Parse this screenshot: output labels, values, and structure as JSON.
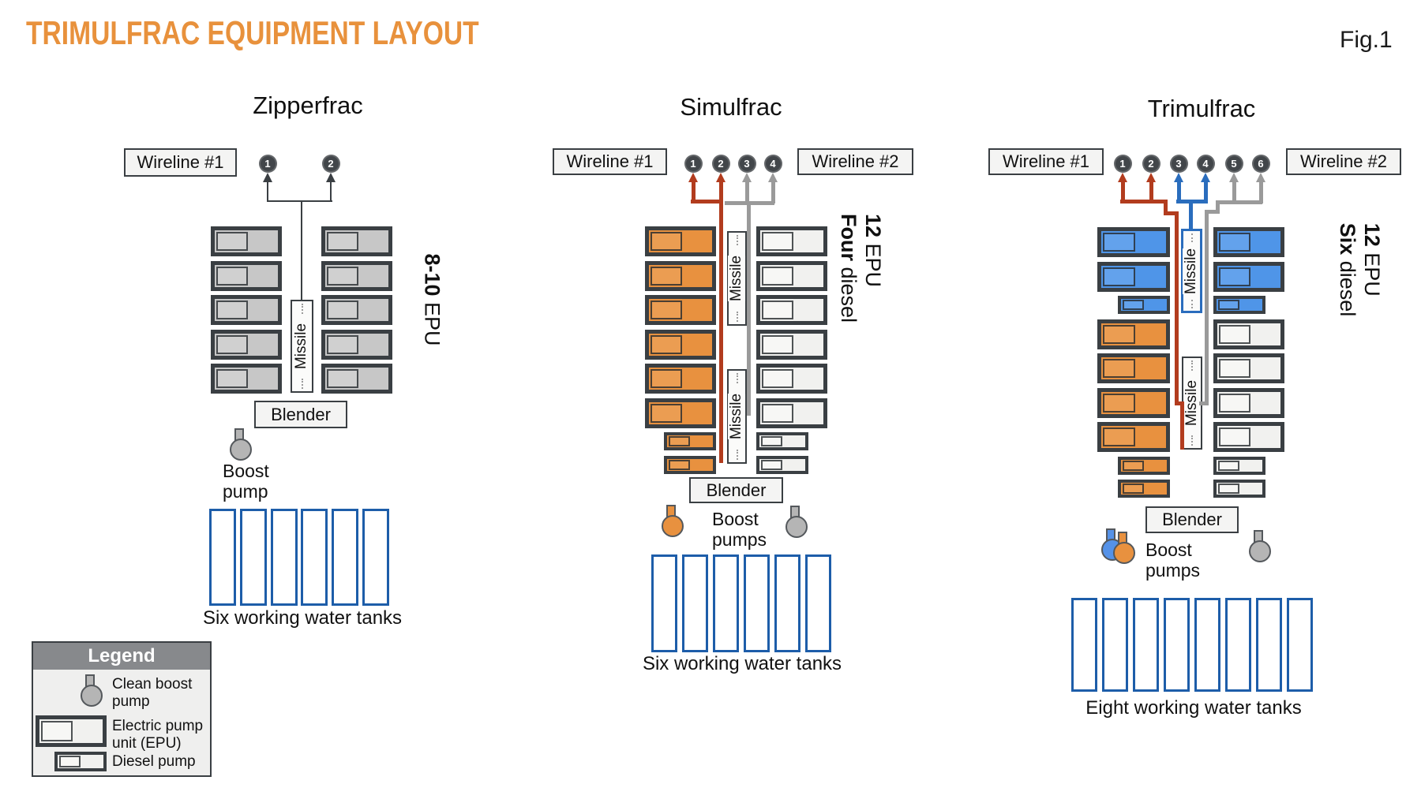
{
  "header": {
    "title": "TRIMULFRAC EQUIPMENT LAYOUT",
    "figure_label": "Fig.1"
  },
  "palette": {
    "accent_orange": "#e8913c",
    "border_dark": "#3a3f43",
    "line_red": "#b23c1e",
    "line_blue": "#2a6dbd",
    "line_gray": "#9a9a9a",
    "line_dark": "#3a3f43",
    "epu_gray": "#c7c7c7",
    "epu_orange": "#e8913f",
    "epu_blue": "#4f95e8",
    "epu_white": "#f1f1ef",
    "tank_border": "#1d5da9",
    "well_circle": "#42464a",
    "pump_gray": "#b5b5b5",
    "pump_orange": "#e8913f",
    "pump_blue": "#5592e8"
  },
  "legend": {
    "title": "Legend",
    "items": [
      {
        "icon": "clean-boost-pump-icon",
        "label": "Clean boost pump"
      },
      {
        "icon": "epu-icon",
        "label": "Electric pump unit (EPU)"
      },
      {
        "icon": "diesel-pump-icon",
        "label": "Diesel pump"
      }
    ]
  },
  "sections": [
    {
      "id": "zipperfrac",
      "title": "Zipperfrac",
      "wireline_left": "Wireline #1",
      "wireline_right": null,
      "wells": [
        {
          "n": "1",
          "line": "dark"
        },
        {
          "n": "2",
          "line": "dark"
        }
      ],
      "side_label": [
        {
          "bold": "8-10",
          "rest": " EPU"
        }
      ],
      "missile_label": "Missile",
      "left_stack": [
        {
          "kind": "epu",
          "color": "gray",
          "count": 5
        }
      ],
      "right_stack": [
        {
          "kind": "epu",
          "color": "gray",
          "count": 5
        }
      ],
      "blender_label": "Blender",
      "boost_label_lines": [
        "Boost",
        "pump"
      ],
      "boost_pumps_left": [
        "gray"
      ],
      "boost_pumps_right": [],
      "tanks": {
        "count": 6,
        "label": "Six working water tanks"
      }
    },
    {
      "id": "simulfrac",
      "title": "Simulfrac",
      "wireline_left": "Wireline #1",
      "wireline_right": "Wireline #2",
      "wells": [
        {
          "n": "1",
          "line": "red"
        },
        {
          "n": "2",
          "line": "red"
        },
        {
          "n": "3",
          "line": "gray"
        },
        {
          "n": "4",
          "line": "gray"
        }
      ],
      "side_label": [
        {
          "bold": "12",
          "rest": " EPU"
        },
        {
          "bold": "Four",
          "rest": " diesel"
        }
      ],
      "missile_label": "Missile",
      "left_stack": [
        {
          "kind": "epu",
          "color": "orange",
          "count": 6
        },
        {
          "kind": "diesel",
          "color": "orange",
          "count": 2
        }
      ],
      "right_stack": [
        {
          "kind": "epu",
          "color": "white",
          "count": 6
        },
        {
          "kind": "diesel",
          "color": "white",
          "count": 2
        }
      ],
      "blender_label": "Blender",
      "boost_label_lines": [
        "Boost",
        "pumps"
      ],
      "boost_pumps_left": [
        "orange"
      ],
      "boost_pumps_right": [
        "gray"
      ],
      "tanks": {
        "count": 6,
        "label": "Six working water tanks"
      }
    },
    {
      "id": "trimulfrac",
      "title": "Trimulfrac",
      "wireline_left": "Wireline #1",
      "wireline_right": "Wireline #2",
      "wells": [
        {
          "n": "1",
          "line": "red"
        },
        {
          "n": "2",
          "line": "red"
        },
        {
          "n": "3",
          "line": "blue"
        },
        {
          "n": "4",
          "line": "blue"
        },
        {
          "n": "5",
          "line": "gray"
        },
        {
          "n": "6",
          "line": "gray"
        }
      ],
      "side_label": [
        {
          "bold": "12",
          "rest": " EPU"
        },
        {
          "bold": "Six",
          "rest": " diesel"
        }
      ],
      "missile_label": "Missile",
      "left_stack": [
        {
          "kind": "epu",
          "color": "blue",
          "count": 2
        },
        {
          "kind": "diesel",
          "color": "blue",
          "count": 1
        },
        {
          "kind": "epu",
          "color": "orange",
          "count": 4
        },
        {
          "kind": "diesel",
          "color": "orange",
          "count": 2
        }
      ],
      "right_stack": [
        {
          "kind": "epu",
          "color": "blue",
          "count": 2
        },
        {
          "kind": "diesel",
          "color": "blue",
          "count": 1
        },
        {
          "kind": "epu",
          "color": "white",
          "count": 4
        },
        {
          "kind": "diesel",
          "color": "white",
          "count": 2
        }
      ],
      "blender_label": "Blender",
      "boost_label_lines": [
        "Boost",
        "pumps"
      ],
      "boost_pumps_left": [
        "blue",
        "orange"
      ],
      "boost_pumps_right": [
        "gray"
      ],
      "tanks": {
        "count": 8,
        "label": "Eight working water tanks"
      }
    }
  ]
}
